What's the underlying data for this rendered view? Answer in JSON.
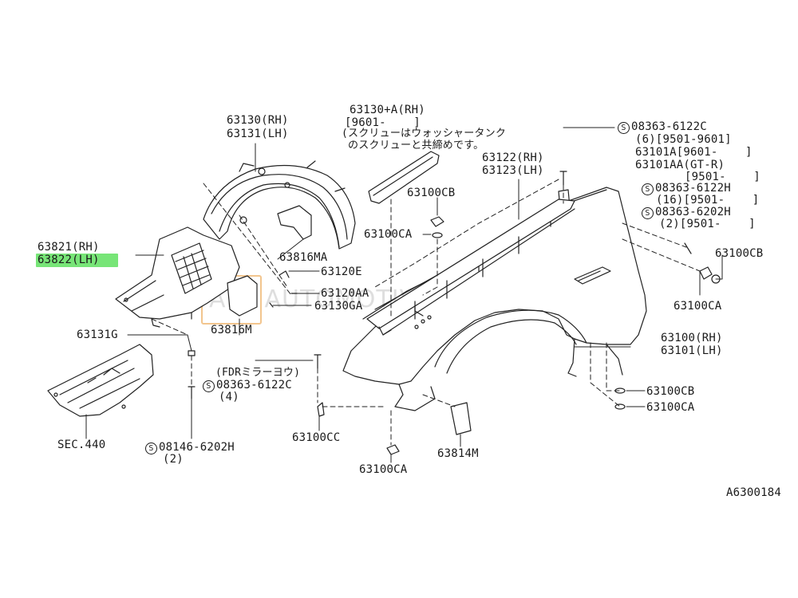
{
  "diagram_id": "A6300184",
  "watermark": {
    "text": "AM  AUTOMOTIVE WAREHOUSE",
    "color": "#e8963280"
  },
  "highlight_color": "#5fe05f",
  "labels": {
    "p63130_rh": "63130(RH)",
    "p63131_lh": "63131(LH)",
    "p63130a_rh": "63130+A(RH)",
    "p63130a_date": "[9601-    ]",
    "p63130a_note1": "(スクリューはウォッシャータンク",
    "p63130a_note2": "のスクリューと共締めです。",
    "s08363_6122c_top": "08363-6122C",
    "s08363_6122c_top_qty": "(6)[9501-9601]",
    "p63101a": "63101A[9601-    ]",
    "p63101aa": "63101AA(GT-R)",
    "p63101aa_date": "[9501-    ]",
    "p63122_rh": "63122(RH)",
    "p63123_lh": "63123(LH)",
    "p63100cb_mid": "63100CB",
    "p63100ca_mid": "63100CA",
    "s08363_6122h": "08363-6122H",
    "s08363_6122h_qty": "(16)[9501-    ]",
    "s08363_6202h": "08363-6202H",
    "s08363_6202h_qty": "(2)[9501-    ]",
    "p63100cb_right": "63100CB",
    "p63100ca_right": "63100CA",
    "p63821_rh": "63821(RH)",
    "p63822_lh": "63822(LH)",
    "p63816ma": "63816MA",
    "p63120e": "63120E",
    "p63120aa": "63120AA",
    "p63130ga": "63130GA",
    "p63816m": "63816M",
    "p63131g": "63131G",
    "p63100_rh": "63100(RH)",
    "p63101_lh": "63101(LH)",
    "fdr_note": "(FDRミラーヨウ)",
    "s08363_6122c_bot": "08363-6122C",
    "s08363_6122c_bot_qty": "(4)",
    "p63100cb_low": "63100CB",
    "p63100ca_low": "63100CA",
    "sec440": "SEC.440",
    "s08146_6202h": "08146-6202H",
    "s08146_6202h_qty": "(2)",
    "p63100cc": "63100CC",
    "p63814m": "63814M",
    "p63100ca_bot": "63100CA",
    "diagram_code": "A6300184"
  }
}
